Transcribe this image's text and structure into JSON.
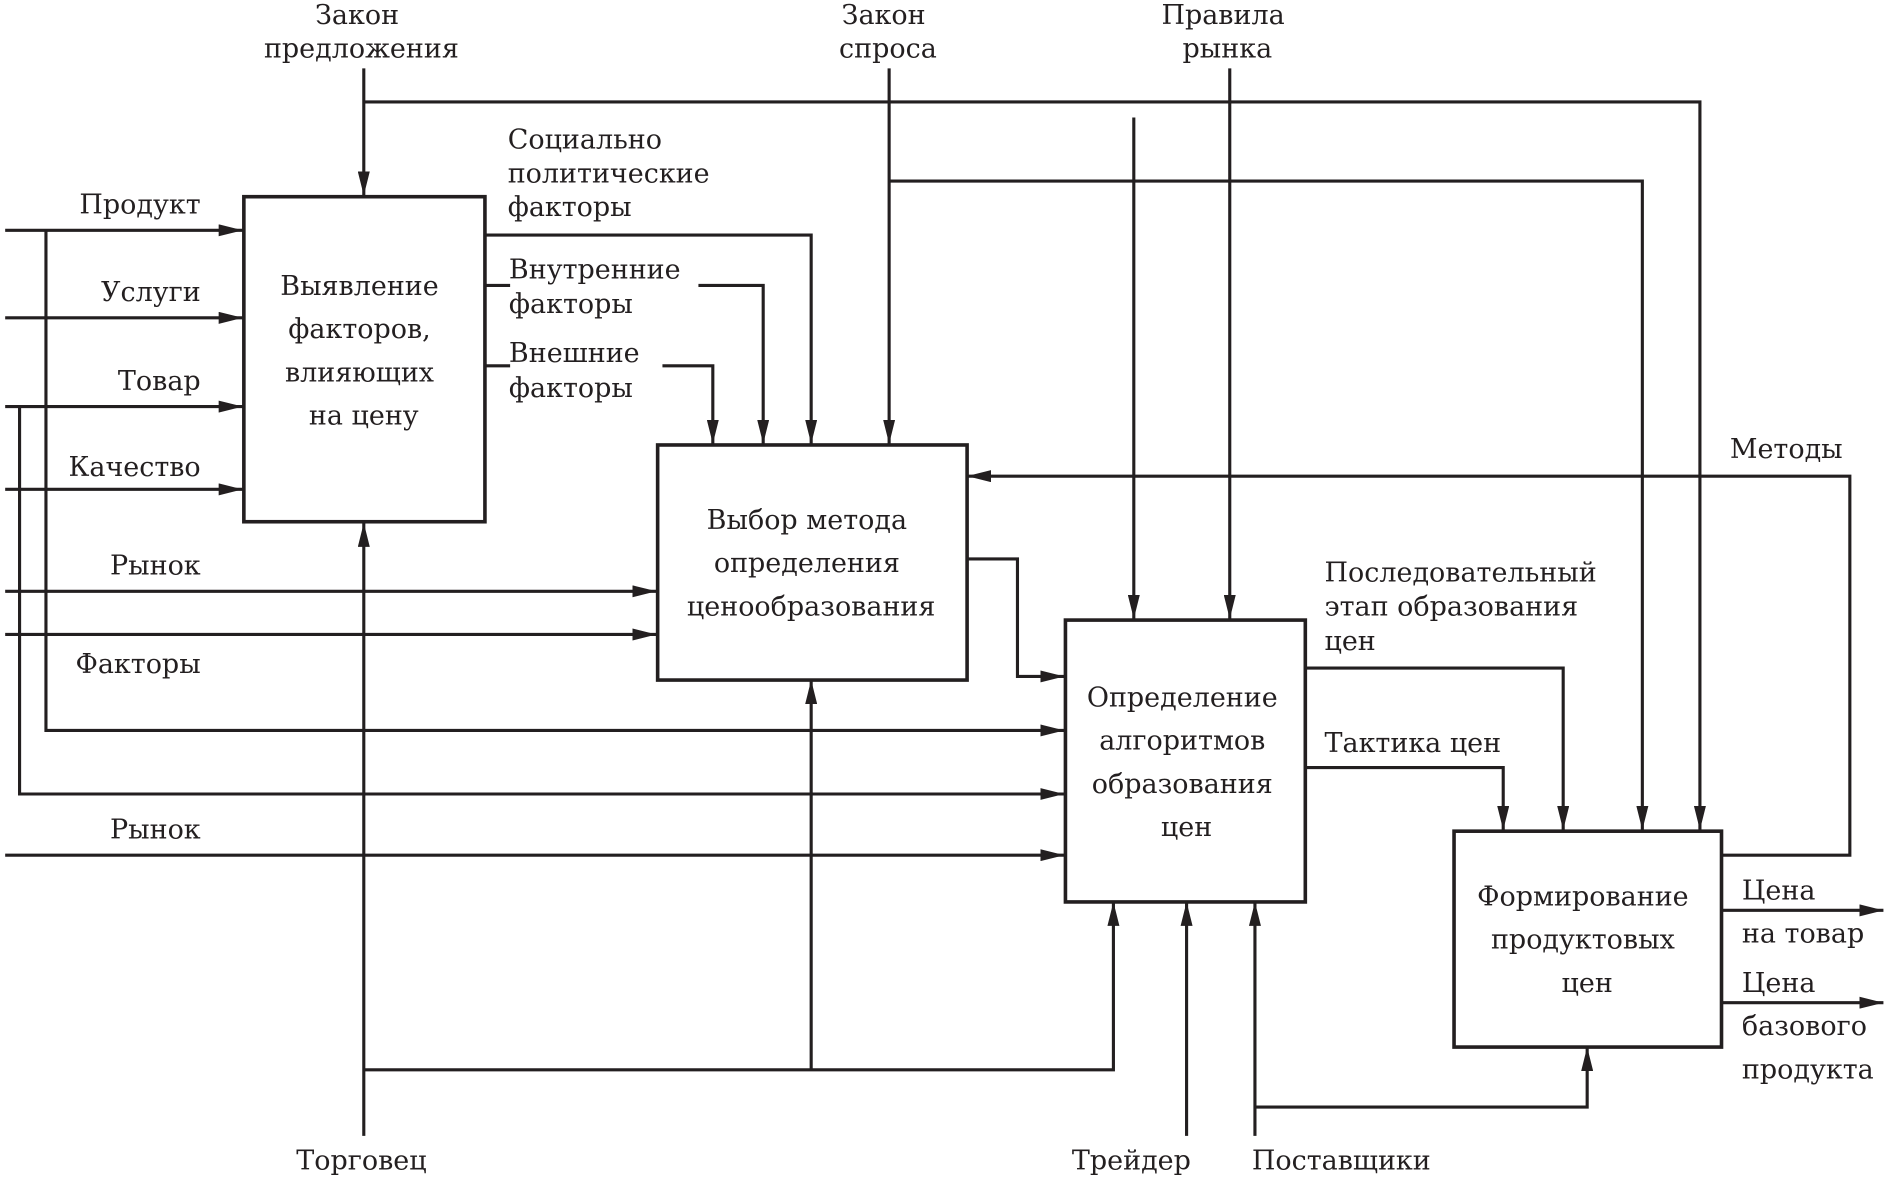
{
  "boxes": {
    "identify": [
      "Выявление",
      "факторов,",
      "влияющих",
      "на цену"
    ],
    "method": [
      "Выбор метода",
      "определения",
      "ценообразования"
    ],
    "algorithms": [
      "Определение",
      "алгоритмов",
      "образования",
      "цен"
    ],
    "forming": [
      "Формирование",
      "продуктовых",
      "цен"
    ]
  },
  "controls": {
    "supply_law": [
      "Закон",
      "предложения"
    ],
    "demand_law": [
      "Закон",
      "спроса"
    ],
    "market_rules": [
      "Правила",
      "рынка"
    ],
    "methods": "Методы"
  },
  "inputs": {
    "product": "Продукт",
    "services": "Услуги",
    "goods": "Товар",
    "quality": "Качество",
    "market_1": "Рынок",
    "factors": "Факторы",
    "market_2": "Рынок"
  },
  "flows": {
    "socio_political": [
      "Социально",
      "политические",
      "факторы"
    ],
    "internal": [
      "Внутренние",
      "факторы"
    ],
    "external": [
      "Внешние",
      "факторы"
    ],
    "sequential_stage": [
      "Последовательный",
      "этап образования",
      "цен"
    ],
    "price_tactics": "Тактика цен"
  },
  "outputs": {
    "goods_price": [
      "Цена",
      "на товар"
    ],
    "base_price": [
      "Цена",
      "базового",
      "продукта"
    ]
  },
  "mechanisms": {
    "merchant": "Торговец",
    "trader": "Трейдер",
    "suppliers": "Поставщики"
  }
}
